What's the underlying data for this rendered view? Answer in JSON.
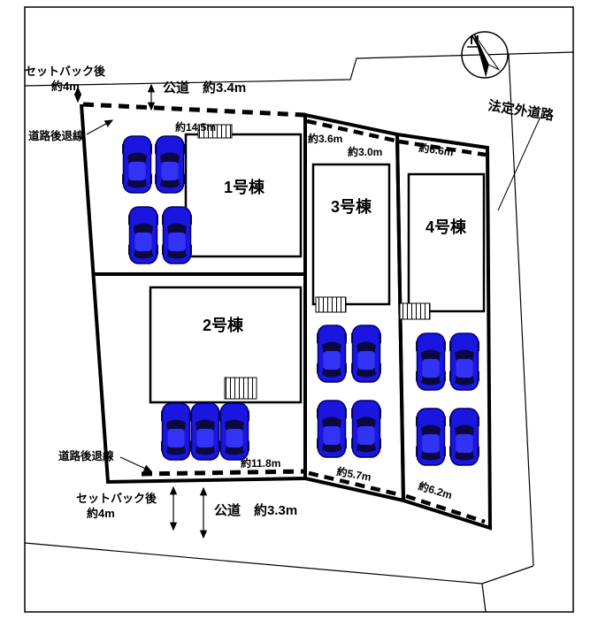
{
  "compass": {
    "north": "N"
  },
  "roads": {
    "top": {
      "setback_line1": "セットバック後",
      "setback_line2": "約4m",
      "road": "公道　約3.4m",
      "retreat_line": "道路後退線"
    },
    "right": {
      "name": "法定外道路"
    },
    "bottom": {
      "retreat_line": "道路後退線",
      "setback_line1": "セットバック後",
      "setback_line2": "約4m",
      "road": "公道　約3.3m"
    }
  },
  "dimensions": {
    "top_left": "約14.5m",
    "top_mid1": "約3.6m",
    "top_mid2": "約3.0m",
    "top_right": "約6.6m",
    "bottom_left": "約11.8m",
    "bottom_mid": "約5.7m",
    "bottom_right": "約6.2m"
  },
  "buildings": [
    {
      "name": "1号棟"
    },
    {
      "name": "2号棟"
    },
    {
      "name": "3号棟"
    },
    {
      "name": "4号棟"
    }
  ],
  "colors": {
    "car_body": "#1a16e0",
    "car_window": "#0a0a40",
    "car_accent": "#3333f5",
    "line": "#000000",
    "background": "#ffffff"
  }
}
